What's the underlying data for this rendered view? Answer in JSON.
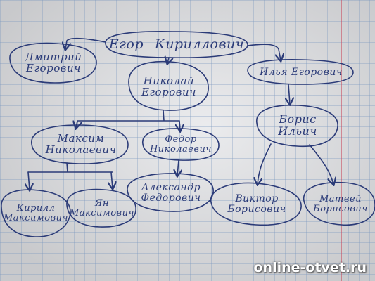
{
  "tree": {
    "root": {
      "first": "Егор",
      "last": "Кириллович"
    },
    "dmitry": {
      "line1": "Дмитрий",
      "line2": "Егорович"
    },
    "nikolay": {
      "line1": "Николай",
      "line2": "Егорович"
    },
    "ilya": {
      "line1": "Илья Егорович"
    },
    "maksim": {
      "line1": "Максим",
      "line2": "Николаевич"
    },
    "fyodor": {
      "line1": "Федор",
      "line2": "Николаевич"
    },
    "boris": {
      "line1": "Борис",
      "line2": "Ильич"
    },
    "kirill": {
      "line1": "Кирилл",
      "line2": "Максимович"
    },
    "yan": {
      "line1": "Ян",
      "line2": "Максимович"
    },
    "aleksandr": {
      "line1": "Александр",
      "line2": "Федорович"
    },
    "viktor": {
      "line1": "Виктор",
      "line2": "Борисович"
    },
    "matvey": {
      "line1": "Матвей",
      "line2": "Борисович"
    }
  },
  "watermark": "online-otvet.ru",
  "colors": {
    "ink": "#2b3b78",
    "paper": "#e4e5e8",
    "grid": "#7896be",
    "margin": "#c8465a"
  }
}
